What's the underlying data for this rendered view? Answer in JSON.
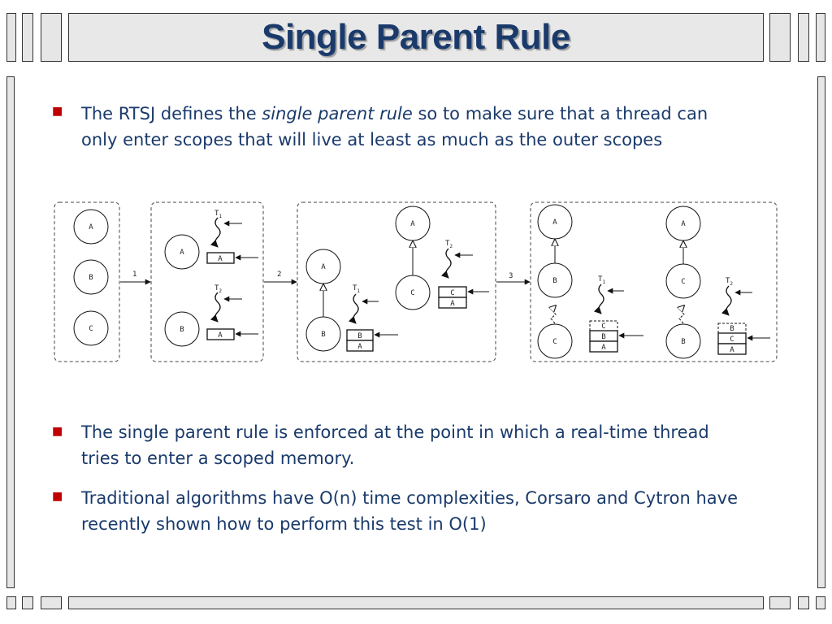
{
  "slide": {
    "title": "Single Parent Rule"
  },
  "bullets": [
    {
      "pre": "The RTSJ defines the ",
      "em": "single parent rule",
      "post": " so to make sure that a thread can only enter scopes that will live at least as much as the outer scopes"
    },
    {
      "text": "The single parent rule is enforced at the point in which a real-time thread tries to enter a scoped memory."
    },
    {
      "text": "Traditional algorithms have O(n) time complexities, Corsaro and Cytron have recently shown how to perform this test in O(1)"
    }
  ],
  "diagram": {
    "scope_a": "A",
    "scope_b": "B",
    "scope_c": "C",
    "thread_1": "T",
    "thread_1_sub": "1",
    "thread_2": "T",
    "thread_2_sub": "2",
    "step_1": "1",
    "step_2": "2",
    "step_3": "3",
    "accent_color": "#c00000",
    "text_color": "#1a3a6b"
  }
}
